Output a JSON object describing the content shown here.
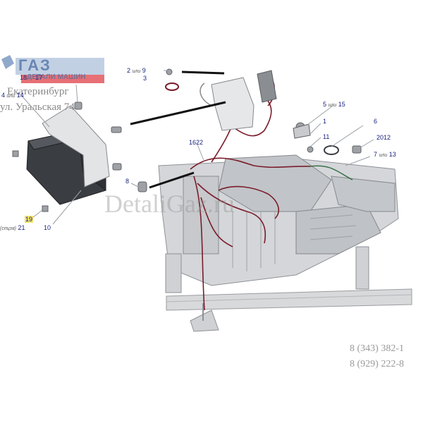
{
  "logo": {
    "brand": "ГАЗ",
    "subtitle": "ДЕТАЛИ МАШИН"
  },
  "address": {
    "city_line": "Екатеринбург",
    "street_line": "ул. Уральская 74"
  },
  "phones": [
    "8 (343) 382-1",
    "8 (929) 222-8"
  ],
  "watermark": "DetaliGaz.ru",
  "callouts": {
    "c_2_9": {
      "a": "2",
      "or": "или",
      "b": "9"
    },
    "c_3": "3",
    "c_18": "18",
    "c_17": "17",
    "c_4_14": {
      "a": "4",
      "or": "или",
      "b": "14"
    },
    "c_16_22": "1622",
    "c_5_15": {
      "a": "5",
      "or": "или",
      "b": "15"
    },
    "c_1": "1",
    "c_6": "6",
    "c_11": "11",
    "c_2012": "2012",
    "c_7_13": {
      "a": "7",
      "or": "или",
      "b": "13"
    },
    "c_8": "8",
    "c_19": "19",
    "c_21": {
      "prefix": "(спцзя)",
      "value": "21"
    },
    "c_10": "10"
  },
  "colors": {
    "harness": "#7a1c2a",
    "line": "#9aa0a6",
    "label": "#1a237e",
    "highlight": "#f3e36a",
    "metal": "#c9ccd0"
  }
}
